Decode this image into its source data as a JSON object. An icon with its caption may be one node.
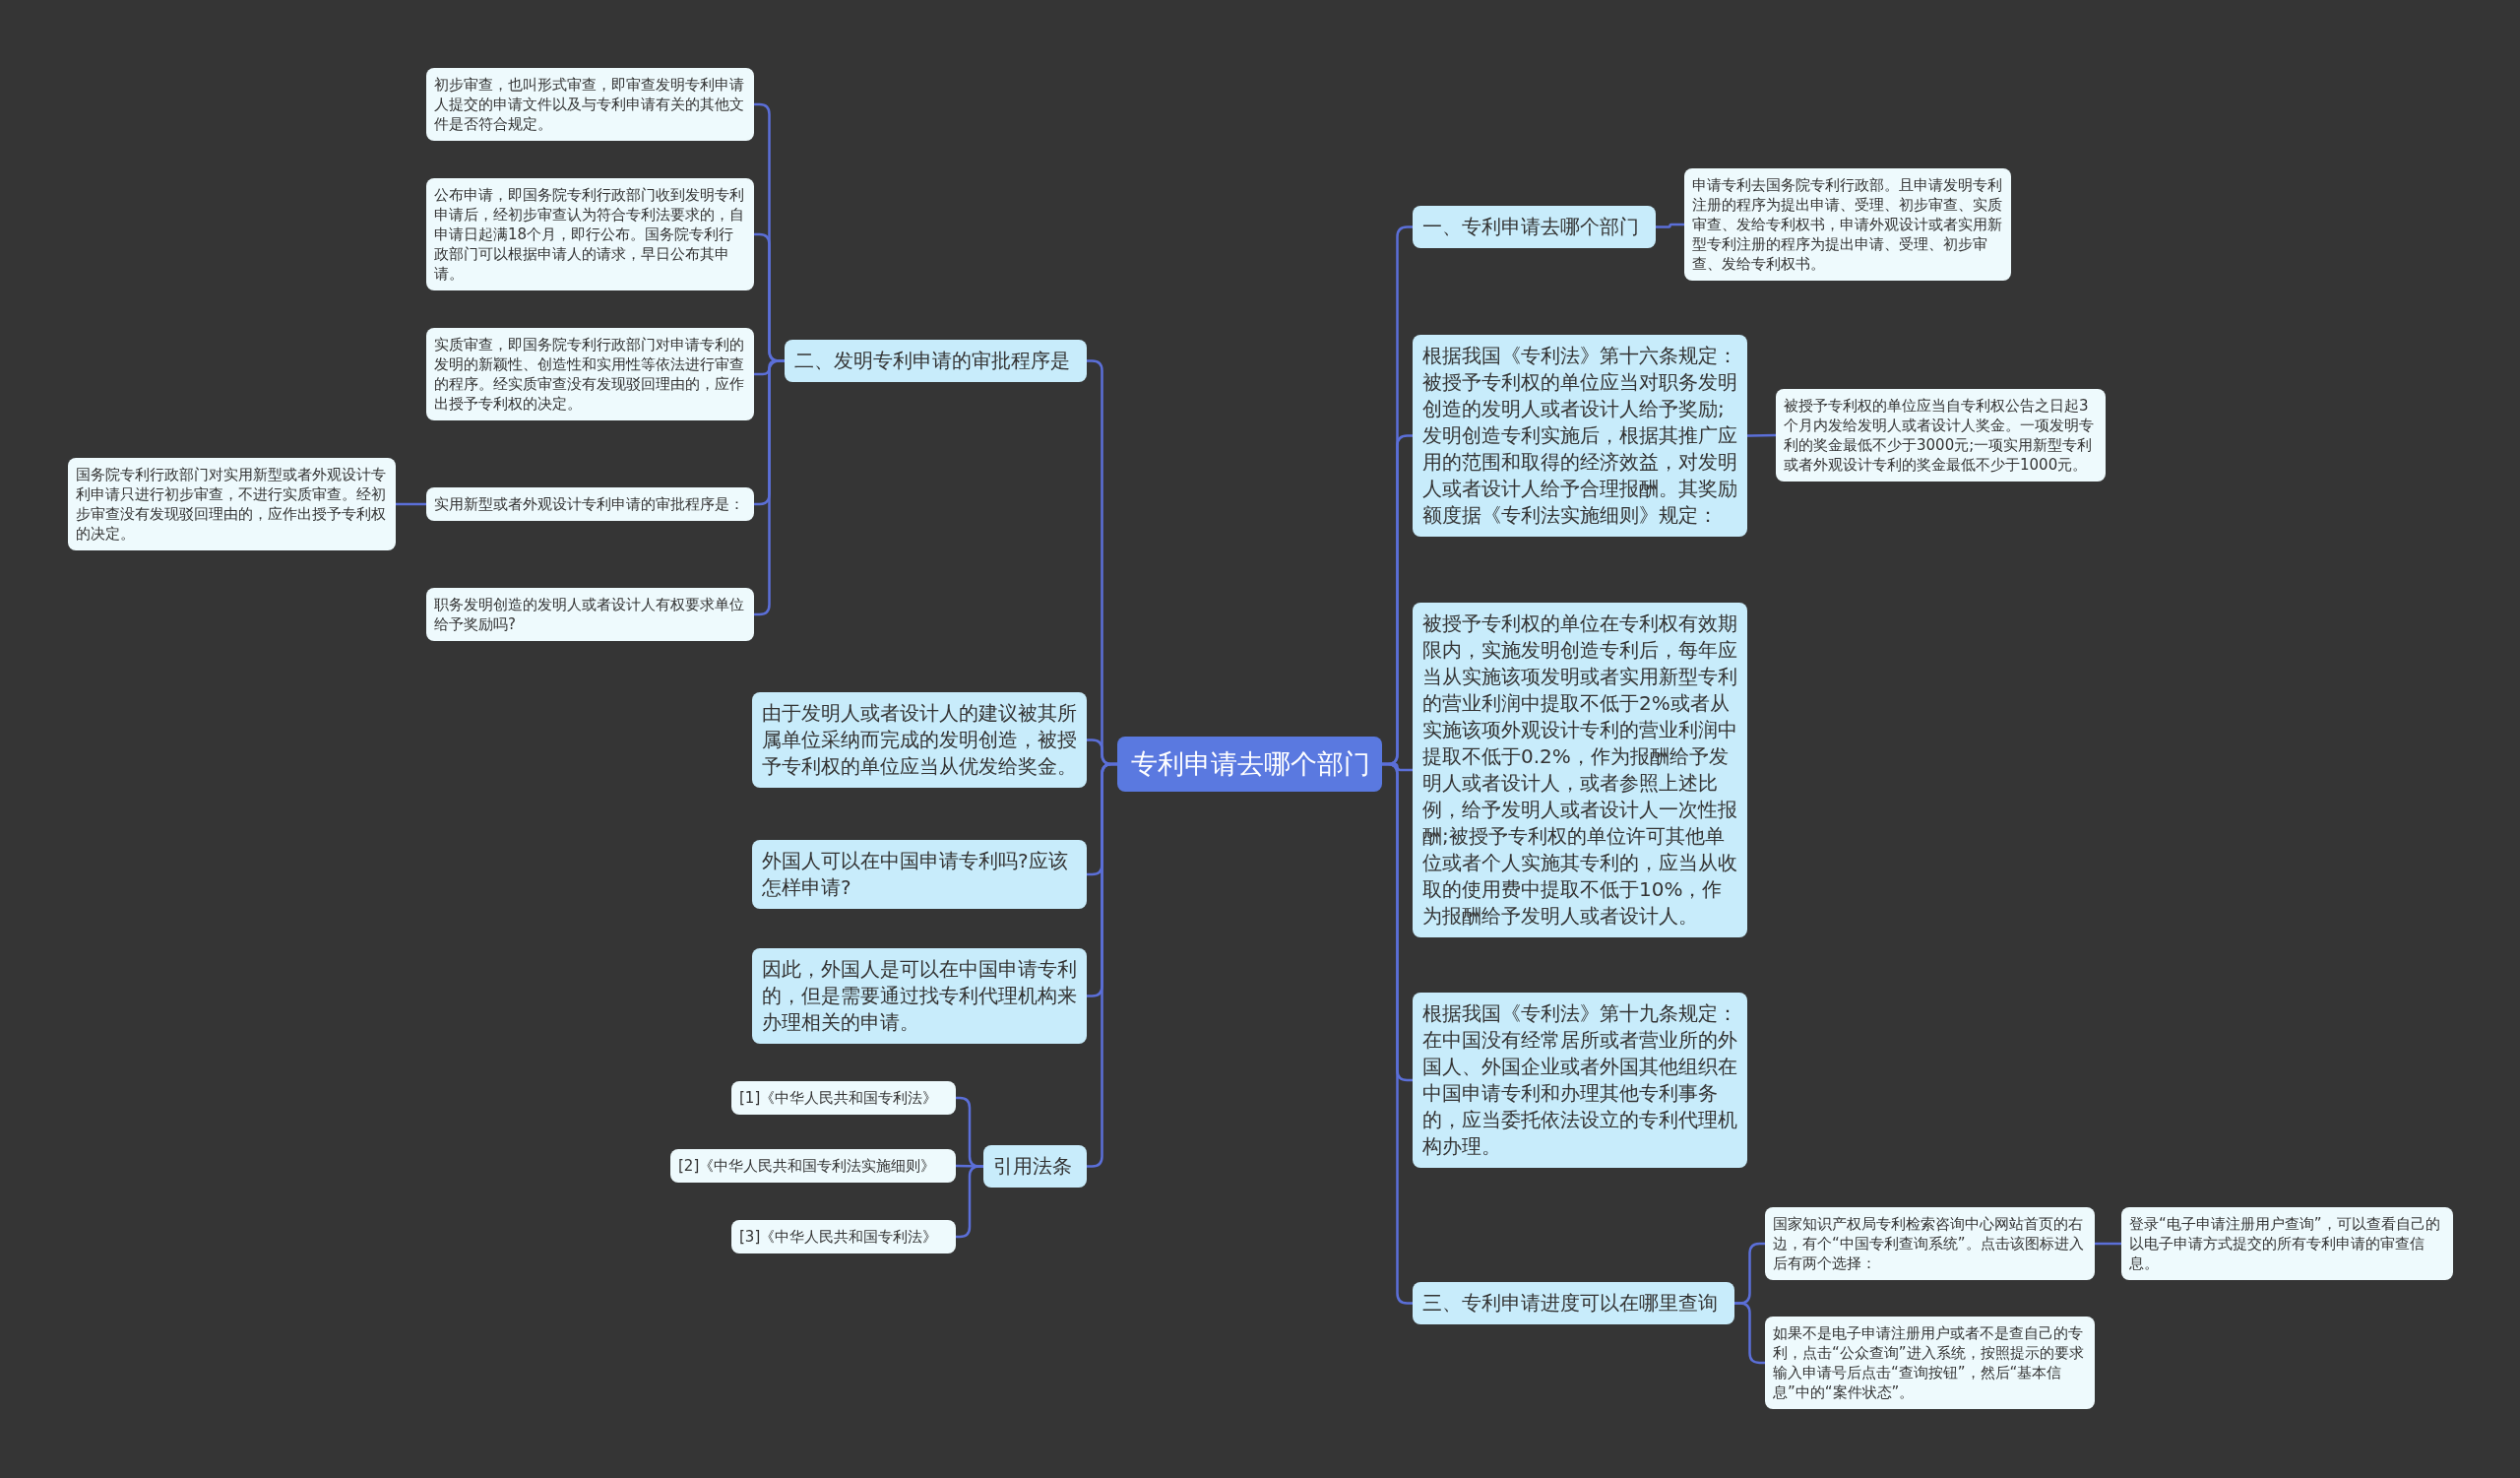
{
  "diagram": {
    "nodes": [
      {
        "text": [
          "专利申请去哪个部门"
        ]
      },
      {
        "text": [
          "二、发明专利申请的审批程序是"
        ]
      },
      {
        "text": [
          "初步审查，也叫形式审查，即审查发明专利申请人提交的申请文件以及与专利申请有关的其他文件是否符合规定。"
        ]
      },
      {
        "text": [
          "公布申请，即国务院专利行政部门收到发明专利申请后，经初步审查认为符合专利法要求的，自申请日起满18个月，即行公布。国务院专利行政部门可以根据申请人的请求，早日公布其申请。"
        ]
      },
      {
        "text": [
          "实质审查，即国务院专利行政部门对申请专利的发明的新颖性、创造性和实用性等依法进行审查的程序。经实质审查没有发现驳回理由的，应作出授予专利权的决定。"
        ]
      },
      {
        "text": [
          "实用新型或者外观设计专利申请的审批程序是："
        ]
      },
      {
        "text": [
          "国务院专利行政部门对实用新型或者外观设计专利申请只进行初步审查，不进行实质审查。经初步审查没有发现驳回理由的，应作出授予专利权的决定。"
        ]
      },
      {
        "text": [
          "职务发明创造的发明人或者设计人有权要求单位给予奖励吗?"
        ]
      },
      {
        "text": [
          "由于发明人或者设计人的建议被其所属单位采纳而完成的发明创造，被授予专利权的单位应当从优发给奖金。"
        ]
      },
      {
        "text": [
          "外国人可以在中国申请专利吗?应该怎样申请?"
        ]
      },
      {
        "text": [
          "因此，外国人是可以在中国申请专利的，但是需要通过找专利代理机构来办理相关的申请。"
        ]
      },
      {
        "text": [
          "引用法条"
        ]
      },
      {
        "text": [
          "[1]《中华人民共和国专利法》"
        ]
      },
      {
        "text": [
          "[2]《中华人民共和国专利法实施细则》"
        ]
      },
      {
        "text": [
          "[3]《中华人民共和国专利法》"
        ]
      },
      {
        "text": [
          "一、专利申请去哪个部门"
        ]
      },
      {
        "text": [
          "申请专利去国务院专利行政部。且申请发明专利注册的程序为提出申请、受理、初步审查、实质审查、发给专利权书，申请外观设计或者实用新型专利注册的程序为提出申请、受理、初步审查、发给专利权书。"
        ]
      },
      {
        "text": [
          "根据我国《专利法》第十六条规定：被授予专利权的单位应当对职务发明创造的发明人或者设计人给予奖励;发明创造专利实施后，根据其推广应用的范围和取得的经济效益，对发明人或者设计人给予合理报酬。其奖励额度据《专利法实施细则》规定："
        ]
      },
      {
        "text": [
          "被授予专利权的单位应当自专利权公告之日起3个月内发给发明人或者设计人奖金。一项发明专利的奖金最低不少于3000元;一项实用新型专利或者外观设计专利的奖金最低不少于1000元。"
        ]
      },
      {
        "text": [
          "被授予专利权的单位在专利权有效期限内，实施发明创造专利后，每年应当从实施该项发明或者实用新型专利的营业利润中提取不低于2%或者从实施该项外观设计专利的营业利润中提取不低于0.2%，作为报酬给予发明人或者设计人，或者参照上述比例，给予发明人或者设计人一次性报酬;被授予专利权的单位许可其他单位或者个人实施其专利的，应当从收取的使用费中提取不低于10%，作为报酬给予发明人或者设计人。"
        ]
      },
      {
        "text": [
          "根据我国《专利法》第十九条规定：在中国没有经常居所或者营业所的外国人、外国企业或者外国其他组织在中国申请专利和办理其他专利事务的，应当委托依法设立的专利代理机构办理。"
        ]
      },
      {
        "text": [
          "三、专利申请进度可以在哪里查询"
        ]
      },
      {
        "text": [
          "国家知识产权局专利检索咨询中心网站首页的右边，有个“中国专利查询系统”。点击该图标进入后有两个选择："
        ]
      },
      {
        "text": [
          "登录“电子申请注册用户查询”，可以查看自己的以电子申请方式提交的所有专利申请的审查信息。"
        ]
      },
      {
        "text": [
          "如果不是电子申请注册用户或者不是查自己的专利，点击“公众查询”进入系统，按照提示的要求输入申请号后点击“查询按钮”，然后“基本信息”中的“案件状态”。"
        ]
      }
    ],
    "edges": [
      {
        "from": 0,
        "to": 1,
        "arrow": "none"
      },
      {
        "from": 1,
        "to": 2,
        "arrow": "none"
      },
      {
        "from": 1,
        "to": 3,
        "arrow": "none"
      },
      {
        "from": 1,
        "to": 4,
        "arrow": "none"
      },
      {
        "from": 1,
        "to": 5,
        "arrow": "none"
      },
      {
        "from": 5,
        "to": 6,
        "arrow": "none"
      },
      {
        "from": 1,
        "to": 7,
        "arrow": "none"
      },
      {
        "from": 0,
        "to": 8,
        "arrow": "none"
      },
      {
        "from": 0,
        "to": 9,
        "arrow": "none"
      },
      {
        "from": 0,
        "to": 10,
        "arrow": "none"
      },
      {
        "from": 0,
        "to": 11,
        "arrow": "none"
      },
      {
        "from": 11,
        "to": 12,
        "arrow": "none"
      },
      {
        "from": 11,
        "to": 13,
        "arrow": "none"
      },
      {
        "from": 11,
        "to": 14,
        "arrow": "none"
      },
      {
        "from": 0,
        "to": 15,
        "arrow": "none"
      },
      {
        "from": 15,
        "to": 16,
        "arrow": "none"
      },
      {
        "from": 0,
        "to": 17,
        "arrow": "none"
      },
      {
        "from": 17,
        "to": 18,
        "arrow": "none"
      },
      {
        "from": 0,
        "to": 19,
        "arrow": "none"
      },
      {
        "from": 0,
        "to": 20,
        "arrow": "none"
      },
      {
        "from": 0,
        "to": 21,
        "arrow": "none"
      },
      {
        "from": 21,
        "to": 22,
        "arrow": "none"
      },
      {
        "from": 22,
        "to": 23,
        "arrow": "none"
      },
      {
        "from": 21,
        "to": 24,
        "arrow": "none"
      }
    ]
  }
}
